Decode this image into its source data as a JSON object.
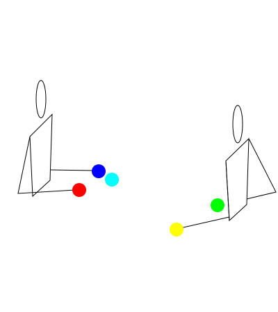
{
  "scene": {
    "background_color": "#ffffff",
    "line_color": "#000000",
    "figures": [
      {
        "name": "left-figure"
      },
      {
        "name": "right-figure"
      }
    ],
    "balls": [
      {
        "name": "red-ball",
        "color": "#ff0000"
      },
      {
        "name": "blue-ball",
        "color": "#0000ff"
      },
      {
        "name": "cyan-ball",
        "color": "#00ffff"
      },
      {
        "name": "green-ball",
        "color": "#00ff00"
      },
      {
        "name": "yellow-ball",
        "color": "#ffff00"
      }
    ]
  }
}
